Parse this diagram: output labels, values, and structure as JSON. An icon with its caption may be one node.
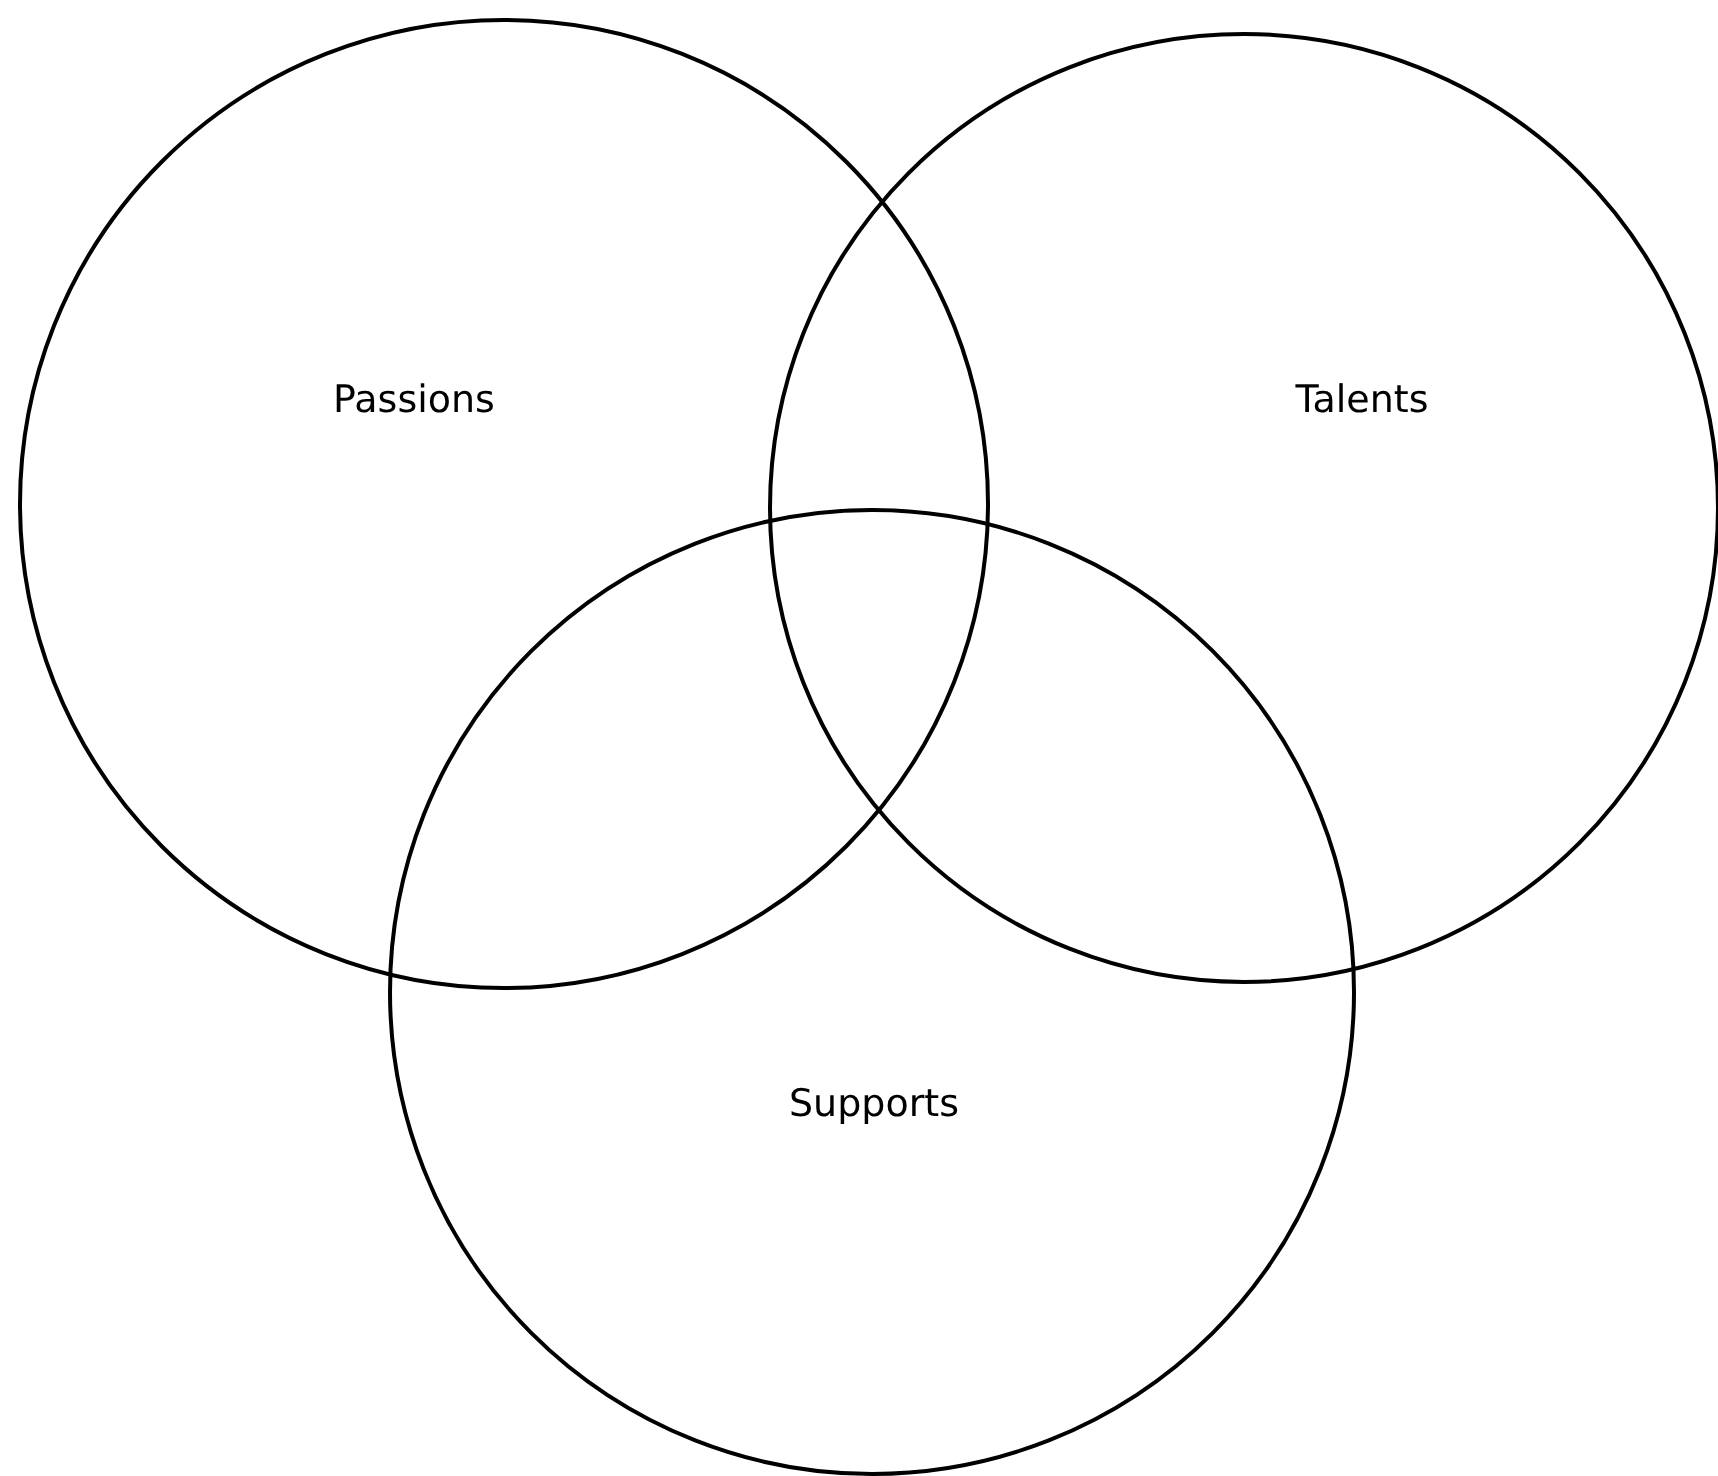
{
  "diagram": {
    "nodes": [
      {
        "text": [
          "Passions"
        ]
      },
      {
        "text": [
          "Talents"
        ]
      },
      {
        "text": [
          "Supports"
        ]
      }
    ]
  }
}
